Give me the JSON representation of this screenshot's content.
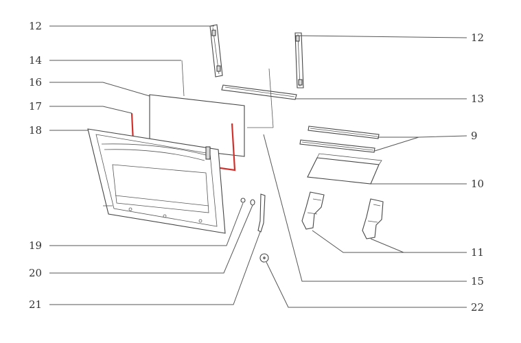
{
  "diagram": {
    "callouts": [
      {
        "id": "12a",
        "label": "12"
      },
      {
        "id": "14",
        "label": "14"
      },
      {
        "id": "16",
        "label": "16"
      },
      {
        "id": "17",
        "label": "17"
      },
      {
        "id": "18",
        "label": "18"
      },
      {
        "id": "19",
        "label": "19"
      },
      {
        "id": "20",
        "label": "20"
      },
      {
        "id": "21",
        "label": "21"
      },
      {
        "id": "12b",
        "label": "12"
      },
      {
        "id": "13",
        "label": "13"
      },
      {
        "id": "9",
        "label": "9"
      },
      {
        "id": "10",
        "label": "10"
      },
      {
        "id": "11",
        "label": "11"
      },
      {
        "id": "15",
        "label": "15"
      },
      {
        "id": "22",
        "label": "22"
      }
    ],
    "colors": {
      "line": "#555555",
      "gasket": "#d0312d",
      "text": "#333333"
    }
  }
}
